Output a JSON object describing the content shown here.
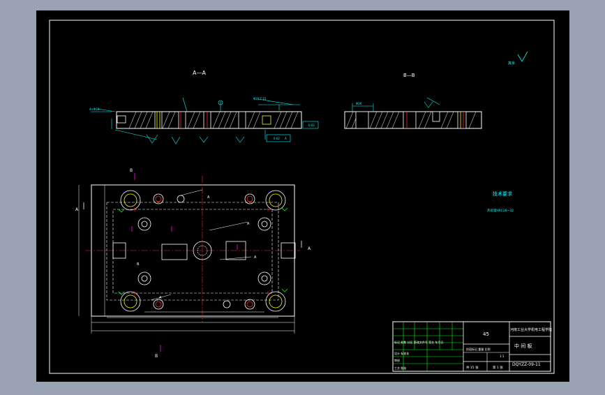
{
  "colors": {
    "background": "#9aa3b4",
    "sheet": "#000000",
    "frame": "#ffffff",
    "dimension": "#00ffff",
    "centerline": "#ff2a2a",
    "hidden": "#ffffff",
    "accent_yellow": "#ffff00",
    "accent_green": "#00ff00",
    "accent_magenta": "#ff00ff",
    "accent_blue": "#3a7bff"
  },
  "drawing": {
    "section_aa_label": "A—A",
    "section_bb_label": "B—B",
    "roughness_note": "其余",
    "tech_requirements_title": "技术要求",
    "tech_requirements_line1": "热处理HRC28~32",
    "markers": {
      "b_top": "B",
      "b_bottom": "B",
      "a_left": "A",
      "a_right": "A",
      "a_inner_1": "A",
      "a_inner_2": "A",
      "a_inner_3": "A",
      "a_inner_4": "A",
      "b_inner": "B"
    },
    "tolerance_values": {
      "aa_left": "0.02",
      "aa_right": "0.02",
      "frame_a": "A"
    }
  },
  "title_block": {
    "material": "45",
    "school": "河南工业大学机电工程学院",
    "part_name": "中 间 板",
    "drawing_number": "DQYZZ-09-11",
    "scale_label": "比例",
    "scale_value": "1:1",
    "sheets_total": "共 15 张",
    "sheet_no": "第 1 张",
    "cells": {
      "designer_row": "标记 处数 分区 更改文件号 签名 年月日",
      "check_row": "设计 标准化",
      "weight_row": "阶段标记 重量 比例",
      "craft_row": "审核",
      "approve_row": "工艺 批准"
    }
  }
}
